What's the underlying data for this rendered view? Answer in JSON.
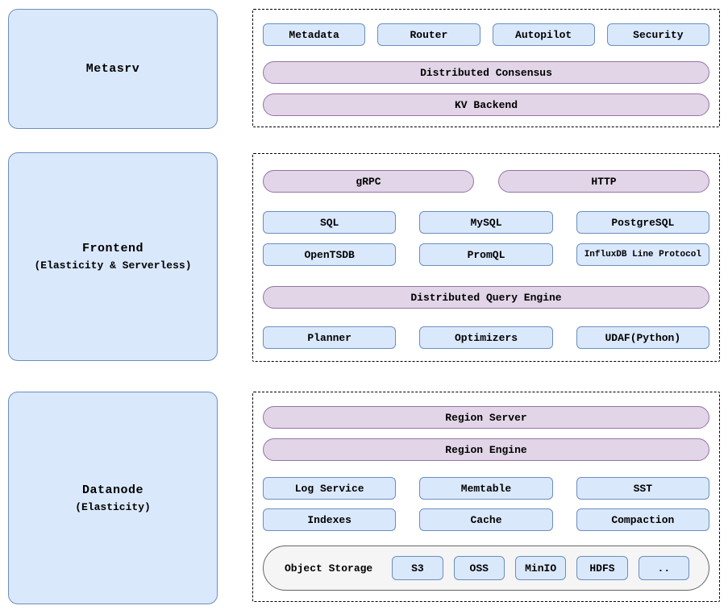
{
  "colors": {
    "node_fill": "#dae8fc",
    "node_stroke": "#6c8ebf",
    "pill_fill": "#e1d5e7",
    "pill_stroke": "#9673a6",
    "storage_fill": "#f5f5f5",
    "storage_stroke": "#666666",
    "panel_stroke": "#000000",
    "text_color": "#000000"
  },
  "metasrv": {
    "title": "Metasrv",
    "components": [
      "Metadata",
      "Router",
      "Autopilot",
      "Security"
    ],
    "bars": [
      "Distributed Consensus",
      "KV Backend"
    ]
  },
  "frontend": {
    "title": "Frontend",
    "subtitle": "(Elasticity & Serverless)",
    "protocols": [
      "gRPC",
      "HTTP"
    ],
    "interfaces": [
      [
        "SQL",
        "MySQL",
        "PostgreSQL"
      ],
      [
        "OpenTSDB",
        "PromQL",
        "InfluxDB Line Protocol"
      ]
    ],
    "engine_bar": "Distributed Query Engine",
    "engine_parts": [
      "Planner",
      "Optimizers",
      "UDAF(Python)"
    ]
  },
  "datanode": {
    "title": "Datanode",
    "subtitle": "(Elasticity)",
    "bars": [
      "Region Server",
      "Region Engine"
    ],
    "components": [
      [
        "Log Service",
        "Memtable",
        "SST"
      ],
      [
        "Indexes",
        "Cache",
        "Compaction"
      ]
    ],
    "object_storage": {
      "label": "Object Storage",
      "backends": [
        "S3",
        "OSS",
        "MinIO",
        "HDFS",
        ".."
      ]
    }
  }
}
